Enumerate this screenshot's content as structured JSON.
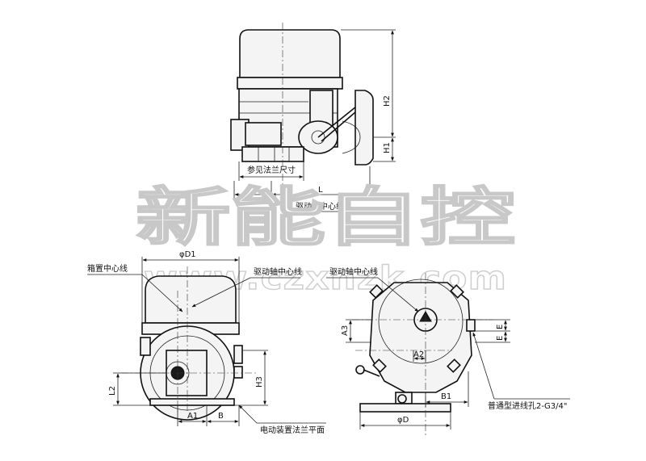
{
  "watermark": {
    "brand": "新能自控",
    "url": "www.czxnzk.com"
  },
  "top_view": {
    "flange_ref": "参见法兰尺寸",
    "dims": {
      "L1": "L1",
      "L": "L",
      "H1": "H1",
      "H2": "H2"
    },
    "drive_axis": "驱动轴中心线"
  },
  "front_view": {
    "box_center": "箱置中心线",
    "drive_axis": "驱动轴中心线",
    "dims": {
      "D1": "φD1",
      "L2": "L2",
      "H3": "H3",
      "A1": "A1",
      "B": "B"
    },
    "flange_plane": "电动装置法兰平面"
  },
  "side_view": {
    "drive_axis": "驱动轴中心线",
    "dims": {
      "A3": "A3",
      "A2": "A2",
      "E1": "E",
      "E2": "E",
      "B1": "B1",
      "D": "φD"
    },
    "cable_entry": "普通型进线孔2-G3/4\""
  }
}
